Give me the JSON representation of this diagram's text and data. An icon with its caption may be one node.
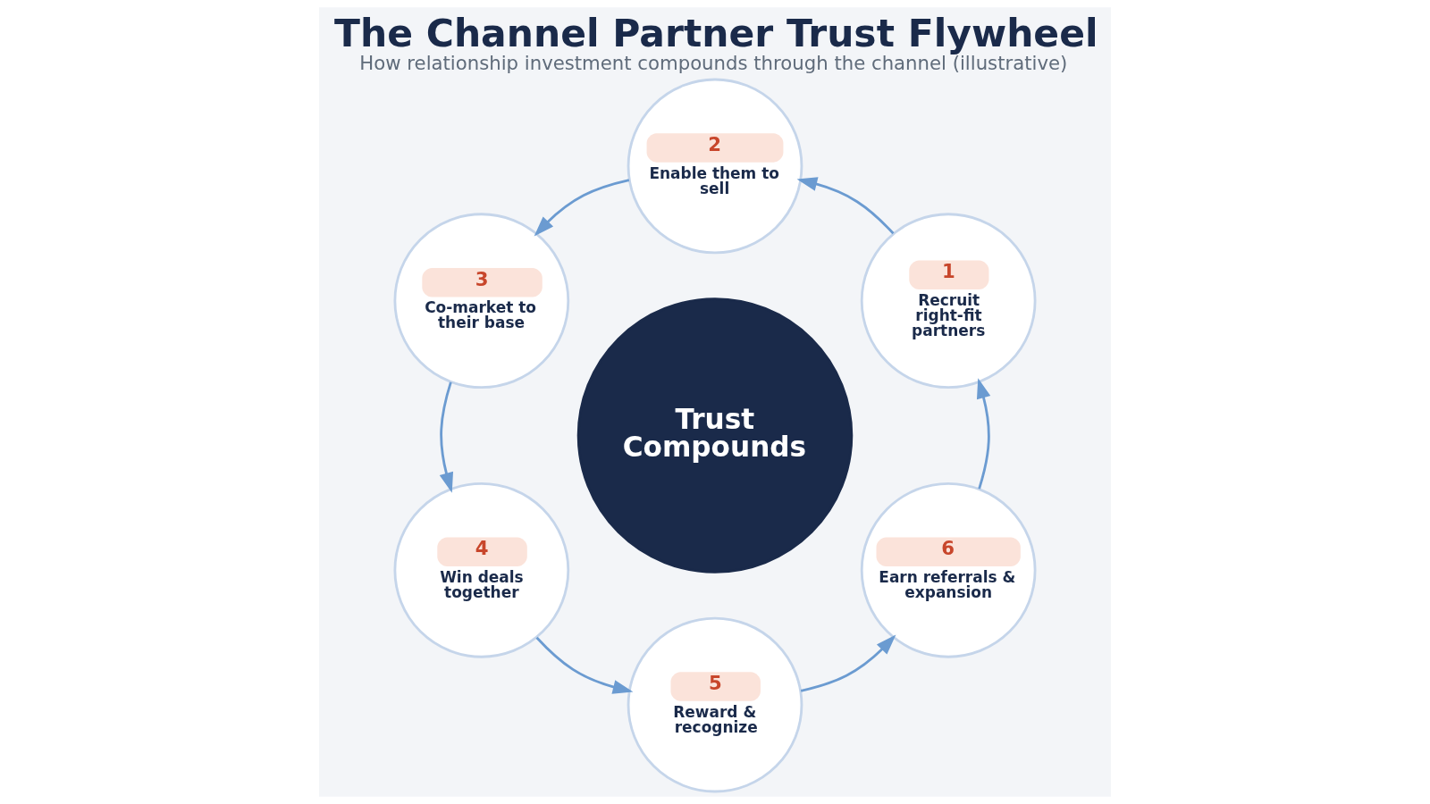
{
  "diagram": {
    "title": "The Channel Partner Trust Flywheel",
    "caption": "How relationship investment compounds through the channel (illustrative)",
    "nodes": [
      {
        "text": [
          "1",
          "Recruit right-fit partners"
        ]
      },
      {
        "text": [
          "2",
          "Enable them to sell"
        ]
      },
      {
        "text": [
          "3",
          "Co-market to their base"
        ]
      },
      {
        "text": [
          "4",
          "Win deals together"
        ]
      },
      {
        "text": [
          "5",
          "Reward & recognize"
        ]
      },
      {
        "text": [
          "6",
          "Earn referrals & expansion"
        ]
      },
      {
        "text": [
          "Trust Compounds"
        ]
      }
    ],
    "edges": [
      {
        "from": 0,
        "to": 1,
        "arrow": "to"
      },
      {
        "from": 1,
        "to": 2,
        "arrow": "to"
      },
      {
        "from": 2,
        "to": 3,
        "arrow": "to"
      },
      {
        "from": 3,
        "to": 4,
        "arrow": "to"
      },
      {
        "from": 4,
        "to": 5,
        "arrow": "to"
      },
      {
        "from": 5,
        "to": 0,
        "arrow": "to"
      }
    ]
  }
}
